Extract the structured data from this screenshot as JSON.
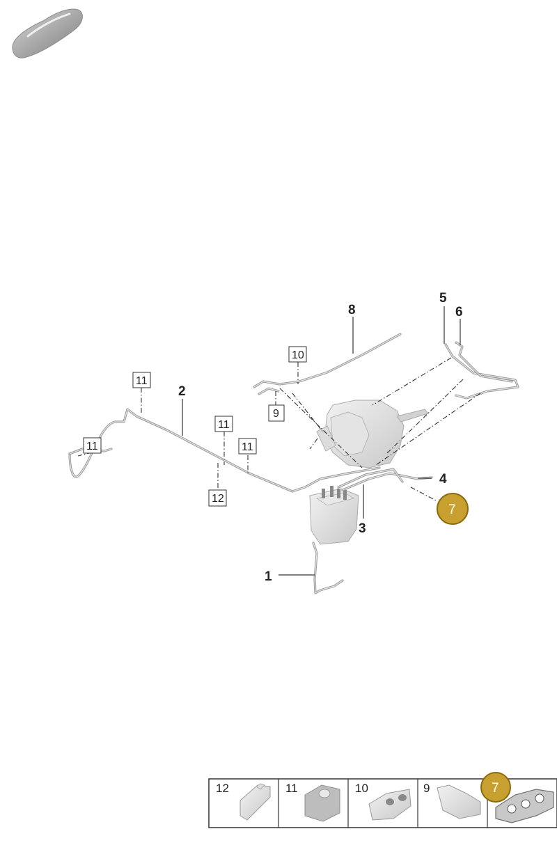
{
  "callouts": {
    "c1": "1",
    "c2": "2",
    "c3": "3",
    "c4": "4",
    "c5": "5",
    "c6": "6",
    "c8": "8"
  },
  "highlighted_part": "7",
  "boxed_labels": {
    "b10": "10",
    "b9": "9",
    "b11a": "11",
    "b11b": "11",
    "b11c": "11",
    "b11d": "11",
    "b12": "12"
  },
  "legend": {
    "cells": [
      "12",
      "11",
      "10",
      "9",
      "7"
    ],
    "highlighted": "7"
  },
  "colors": {
    "badge": "#c8a030",
    "badge_border": "#8a6a10",
    "pipe": "#9a9a9a",
    "line": "#333333"
  },
  "icons": [
    "vehicle-thumbnail-icon"
  ]
}
